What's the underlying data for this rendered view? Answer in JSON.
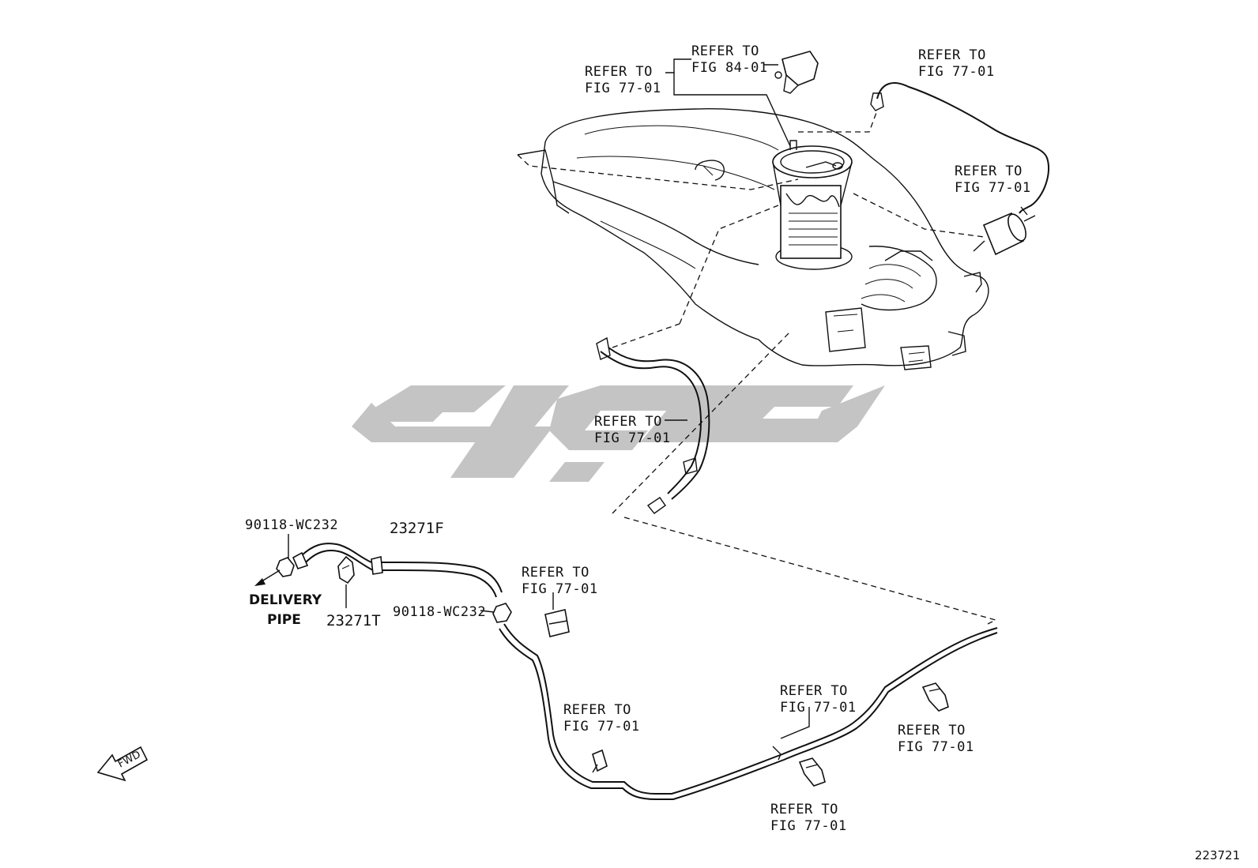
{
  "callouts": {
    "pump_bracket": {
      "line1": "REFER TO",
      "line2": "FIG 84-01"
    },
    "pump_left": {
      "line1": "REFER TO",
      "line2": "FIG 77-01"
    },
    "top_right_hose": {
      "line1": "REFER TO",
      "line2": "FIG 77-01"
    },
    "filter": {
      "line1": "REFER TO",
      "line2": "FIG 77-01"
    },
    "filler_hose": {
      "line1": "REFER TO",
      "line2": "FIG 77-01"
    },
    "clip_mid": {
      "line1": "REFER TO",
      "line2": "FIG 77-01"
    },
    "clip_lower_left": {
      "line1": "REFER TO",
      "line2": "FIG 77-01"
    },
    "pipe_mid": {
      "line1": "REFER TO",
      "line2": "FIG 77-01"
    },
    "clip_right": {
      "line1": "REFER TO",
      "line2": "FIG 77-01"
    },
    "clip_bottom": {
      "line1": "REFER TO",
      "line2": "FIG 77-01"
    }
  },
  "parts": {
    "clamp_left": "90118-WC232",
    "hose": "23271F",
    "clamp_right": "90118-WC232",
    "clip": "23271T"
  },
  "delivery_pipe": {
    "line1": "DELIVERY",
    "line2": "PIPE"
  },
  "fwd_label": "FWD",
  "diagram_number": "223721"
}
